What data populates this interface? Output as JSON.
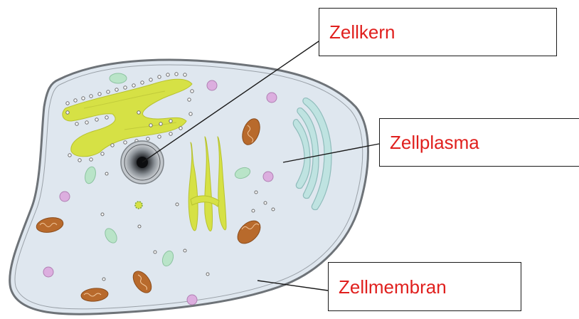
{
  "labels": {
    "nucleus": "Zellkern",
    "cytoplasm": "Zellplasma",
    "membrane": "Zellmembran"
  },
  "colors": {
    "label_text": "#e0201e",
    "cytoplasm_fill": "#dfe7ef",
    "membrane_stroke": "#6e7378",
    "er_fill": "#d6e145",
    "mitochondria_fill": "#b86a2c",
    "vesicle_fill": "#dcaedf",
    "vacuole_fill": "#b9e4c8",
    "golgi_fill": "#bfe3e1",
    "nucleus_fill": "#2e3236"
  },
  "icons": {
    "nucleus": "nucleus-icon",
    "centrosome": "centrosome-icon"
  }
}
